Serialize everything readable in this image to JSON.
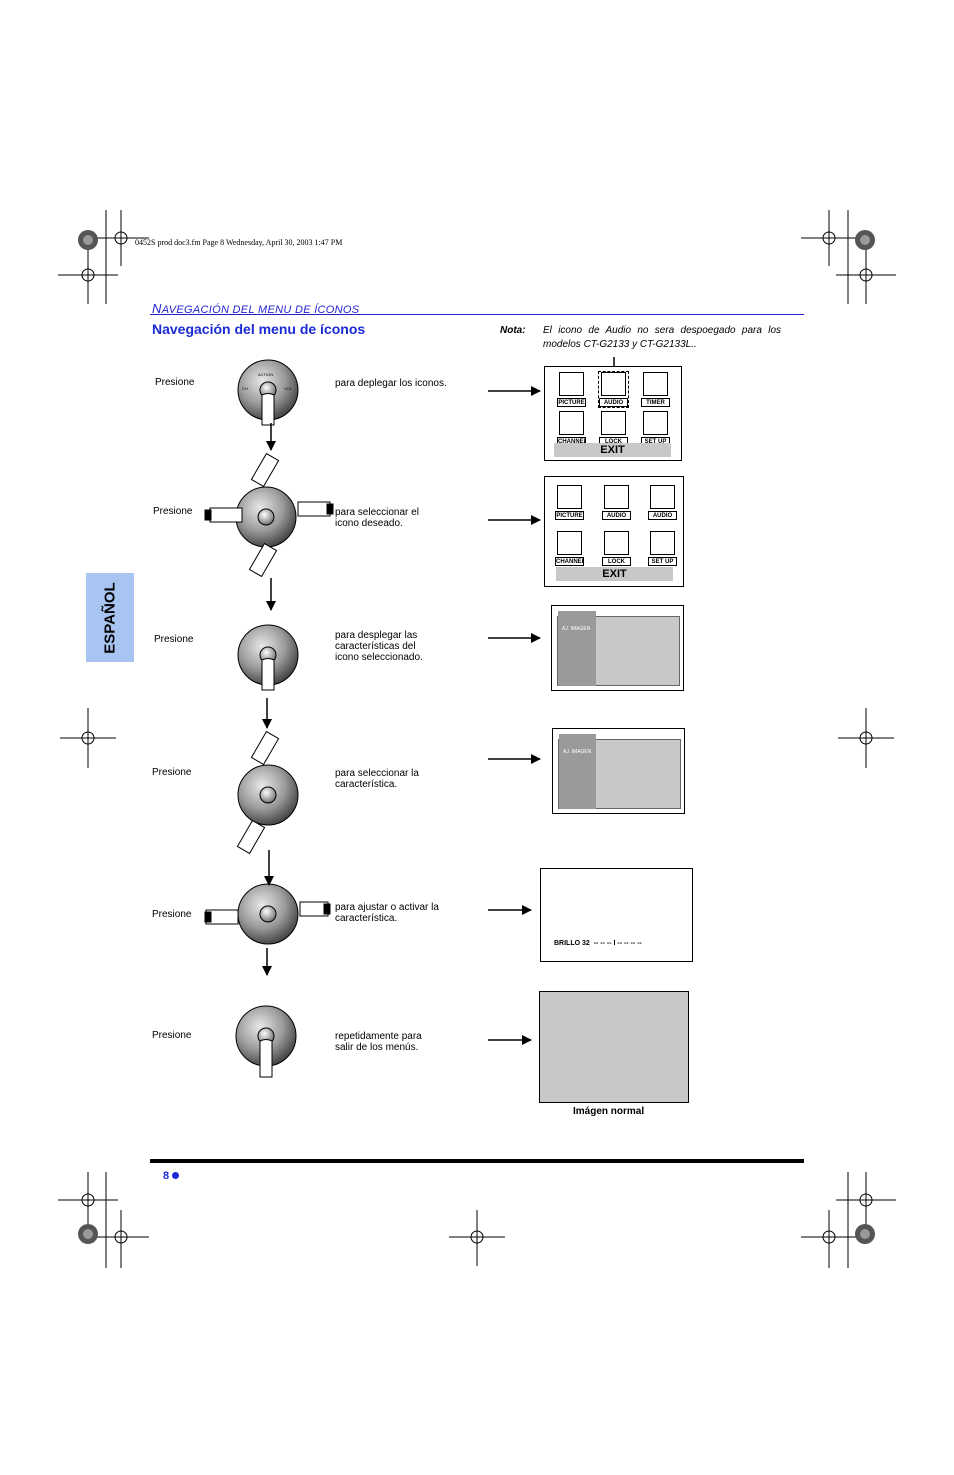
{
  "header": {
    "file_info": "0452S prod doc3.fm  Page 8  Wednesday, April 30, 2003  1:47 PM",
    "section_cap": "N",
    "section_rest": "AVEGACIÓN DEL MENU DE ÍCONOS"
  },
  "title": "Navegación del menu de íconos",
  "note": {
    "label": "Nota:",
    "text": "El icono de Audio no sera despoegado para los modelos CT-G2133 y CT-G2133L.."
  },
  "side_tab": "ESPAÑOL",
  "steps": [
    {
      "press": "Presione",
      "desc": "para deplegar los iconos."
    },
    {
      "press": "Presione",
      "desc": "para  seleccionar  el icono deseado."
    },
    {
      "press": "Presione",
      "desc": "para  desplegar  las características  del icono seleccionado."
    },
    {
      "press": "Presione",
      "desc": "para    seleccionar la característica."
    },
    {
      "press": "Presione",
      "desc": "para ajustar o activar la característica."
    },
    {
      "press": "Presione",
      "desc": "repetidamente   para salir de los menús."
    }
  ],
  "remote": {
    "vol_label": "VOL",
    "ch_label": "CH",
    "action_label": "ACTION"
  },
  "icons": {
    "picture": "PICTURE",
    "audio": "AUDIO",
    "timer": "TIMER",
    "channels": "CHANNELS",
    "lock": "LOCK",
    "setup": "SET UP",
    "exit": "EXIT"
  },
  "screens": {
    "menu_item": "AJ. IMAGEN",
    "brillo_label": "BRILLO 32",
    "brillo_bar": "-- -- -- I -- -- -- --",
    "normal_caption": "Imágen normal"
  },
  "footer": {
    "page_number": "8"
  }
}
